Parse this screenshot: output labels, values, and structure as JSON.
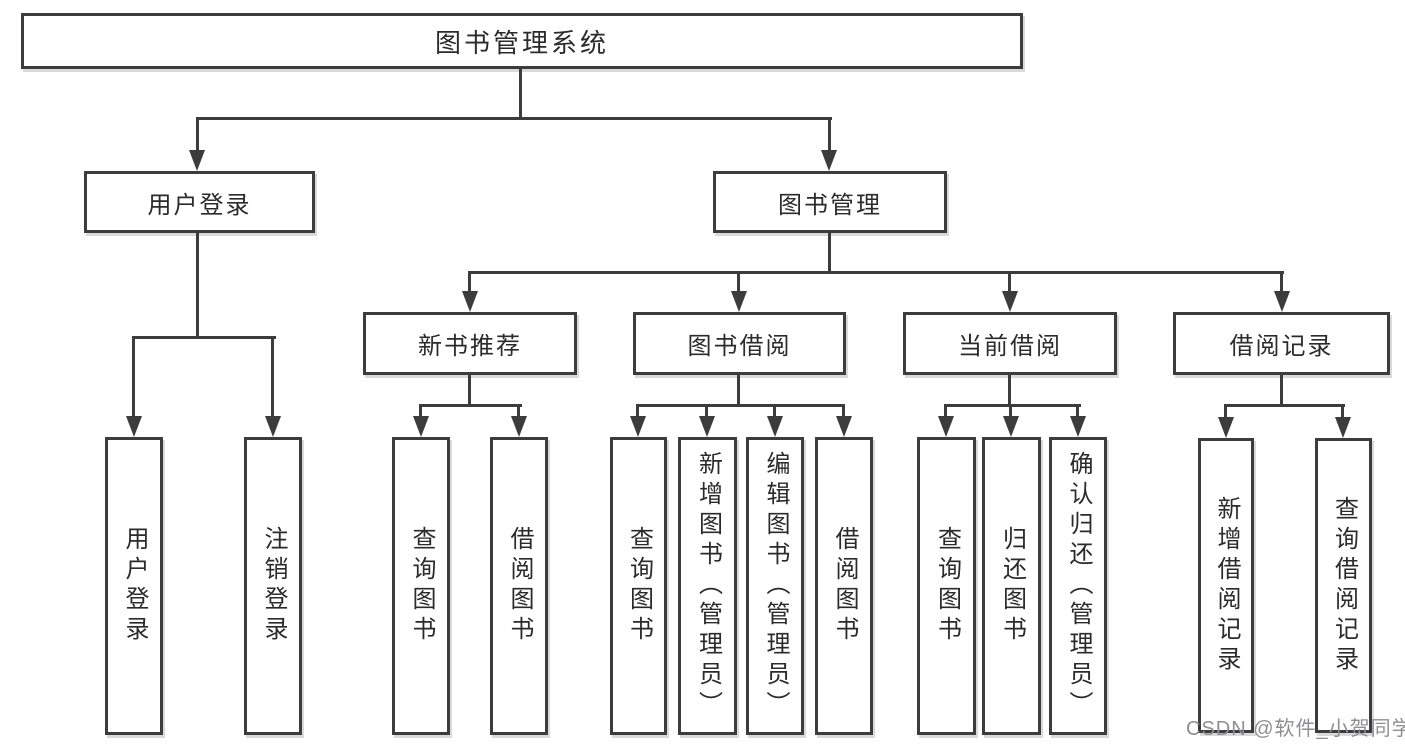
{
  "title": "图书管理系统",
  "nodes": {
    "user_branch": "用户登录",
    "book_branch": "图书管理",
    "new_book": "新书推荐",
    "book_borrow": "图书借阅",
    "current_borrow": "当前借阅",
    "borrow_records": "借阅记录",
    "user_leaves": [
      "用户登录",
      "注销登录"
    ],
    "new_book_leaves": [
      "查询图书",
      "借阅图书"
    ],
    "book_borrow_leaves": [
      "查询图书",
      "新增图书（管理员）",
      "编辑图书（管理员）",
      "借阅图书"
    ],
    "current_borrow_leaves": [
      "查询图书",
      "归还图书",
      "确认归还（管理员）"
    ],
    "borrow_records_leaves": [
      "新增借阅记录",
      "查询借阅记录"
    ]
  },
  "watermark": "CSDN @软件_小贺同学"
}
